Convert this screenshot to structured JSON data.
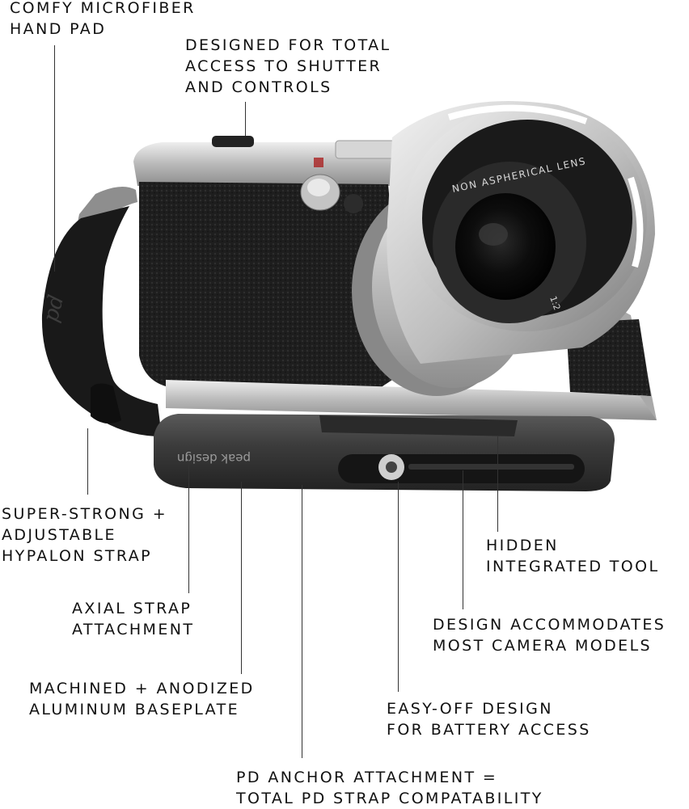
{
  "labels": {
    "hand_pad": "COMFY MICROFIBER\nHAND PAD",
    "total_access": "DESIGNED FOR TOTAL\nACCESS TO SHUTTER\nAND CONTROLS",
    "strap": "SUPER-STRONG +\nADJUSTABLE\nHYPALON STRAP",
    "hidden_tool": "HIDDEN\nINTEGRATED TOOL",
    "axial": "AXIAL STRAP\nATTACHMENT",
    "accommodates": "DESIGN ACCOMMODATES\nMOST CAMERA MODELS",
    "baseplate": "MACHINED + ANODIZED\nALUMINUM BASEPLATE",
    "easy_off": "EASY-OFF DESIGN\nFOR BATTERY ACCESS",
    "anchor": "PD ANCHOR ATTACHMENT =\nTOTAL PD STRAP COMPATABILITY"
  },
  "product": {
    "plate_brand": "peak design",
    "strap_logo": "pd",
    "lens_text": "NON ASPHERICAL LENS",
    "aperture": "1:2"
  },
  "colors": {
    "background": "#ffffff",
    "text": "#111111",
    "leather": "#1c1c1c",
    "silver": "#c9c9c9",
    "plate": "#3a3a3a"
  }
}
